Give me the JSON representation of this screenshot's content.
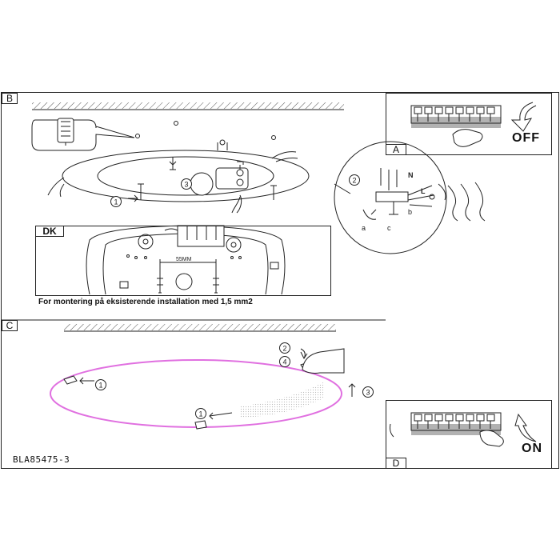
{
  "sections": {
    "b": "B",
    "dk": "DK",
    "a": "A",
    "c": "C",
    "d": "D"
  },
  "caption_dk": "For montering på eksisterende installation med 1,5 mm2",
  "switch_off": "OFF",
  "switch_on": "ON",
  "product_code": "BLA85475-3",
  "measure_label": "55MM",
  "wire_labels": {
    "n": "N",
    "l": "L",
    "a": "a",
    "b": "b",
    "c": "c"
  },
  "step_numbers": [
    "1",
    "2",
    "3",
    "4"
  ],
  "colors": {
    "line": "#222222",
    "lamp_rim": "#e070e0",
    "bg": "#ffffff"
  }
}
